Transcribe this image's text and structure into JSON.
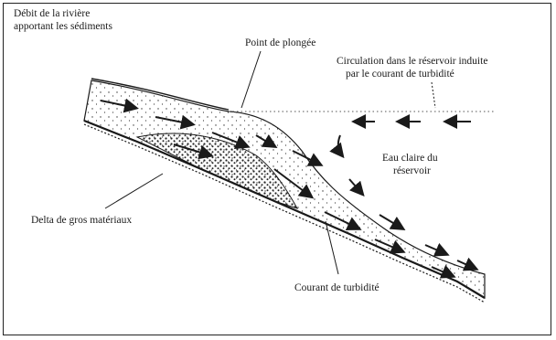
{
  "diagram": {
    "labels": {
      "river_line1": "Débit de la rivière",
      "river_line2": "apportant les sédiments",
      "plunge_point": "Point de plongée",
      "circulation_line1": "Circulation dans le réservoir induite",
      "circulation_line2": "par le courant de turbidité",
      "clear_water_line1": "Eau claire du",
      "clear_water_line2": "réservoir",
      "delta": "Delta de gros matériaux",
      "turbidity_current": "Courant de turbidité"
    },
    "colors": {
      "ink": "#1a1a1a",
      "background": "#ffffff"
    }
  }
}
